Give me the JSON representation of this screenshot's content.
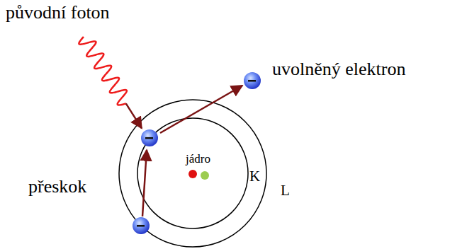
{
  "diagram": {
    "labels": [
      "původní foton",
      "uvolněný elektron",
      "přeskok",
      "jádro",
      "K",
      "L"
    ]
  }
}
